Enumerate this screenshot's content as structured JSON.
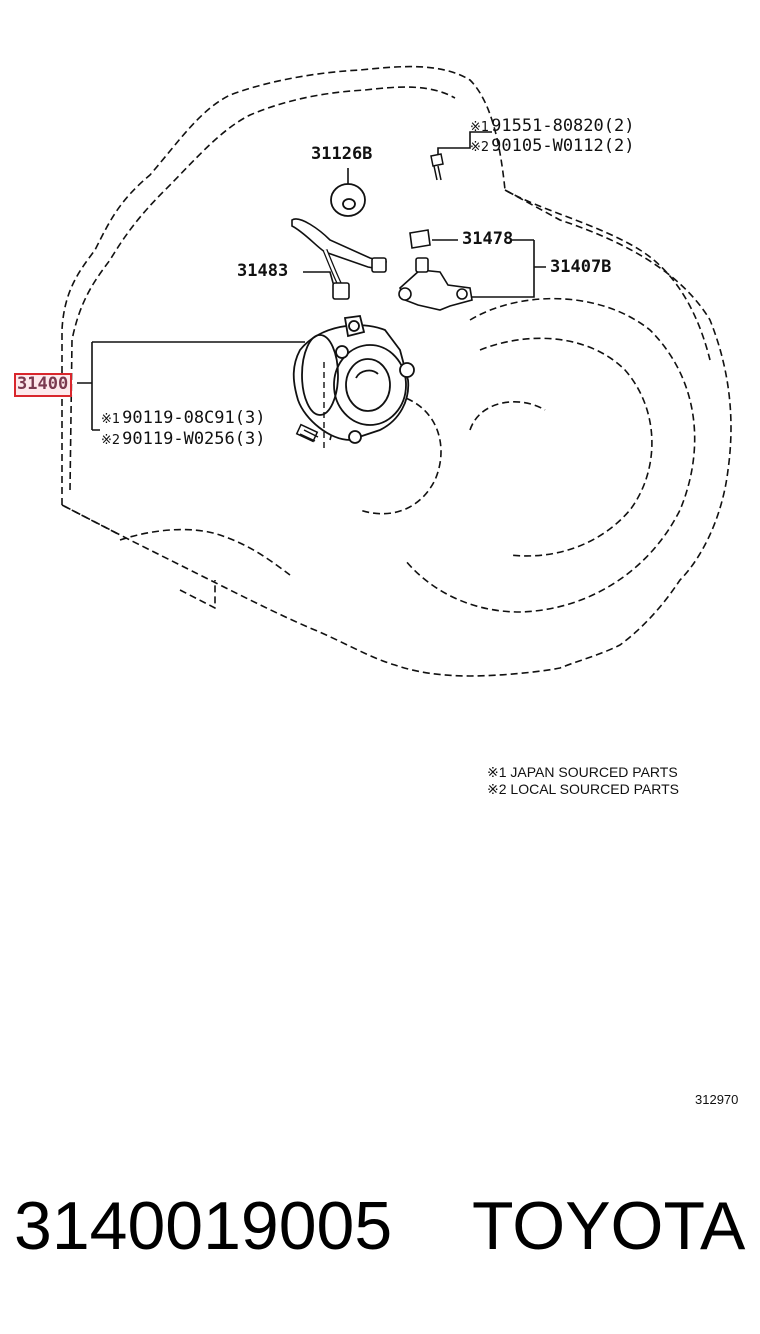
{
  "diagram": {
    "parts": {
      "p31126b": "31126B",
      "p31478": "31478",
      "p31407b": "31407B",
      "p31483": "31483",
      "p31400": "31400"
    },
    "bolts": {
      "b1": {
        "mark": "※1",
        "text": "91551-80820(2)"
      },
      "b2": {
        "mark": "※2",
        "text": "90105-W0112(2)"
      },
      "b3": {
        "mark": "※1",
        "text": "90119-08C91(3)"
      },
      "b4": {
        "mark": "※2",
        "text": "90119-W0256(3)"
      }
    },
    "notes": {
      "n1": "※1 JAPAN SOURCED PARTS",
      "n2": "※2 LOCAL SOURCED PARTS"
    },
    "figure_number": "312970"
  },
  "footer": {
    "part_number": "3140019005",
    "brand": "TOYOTA"
  }
}
